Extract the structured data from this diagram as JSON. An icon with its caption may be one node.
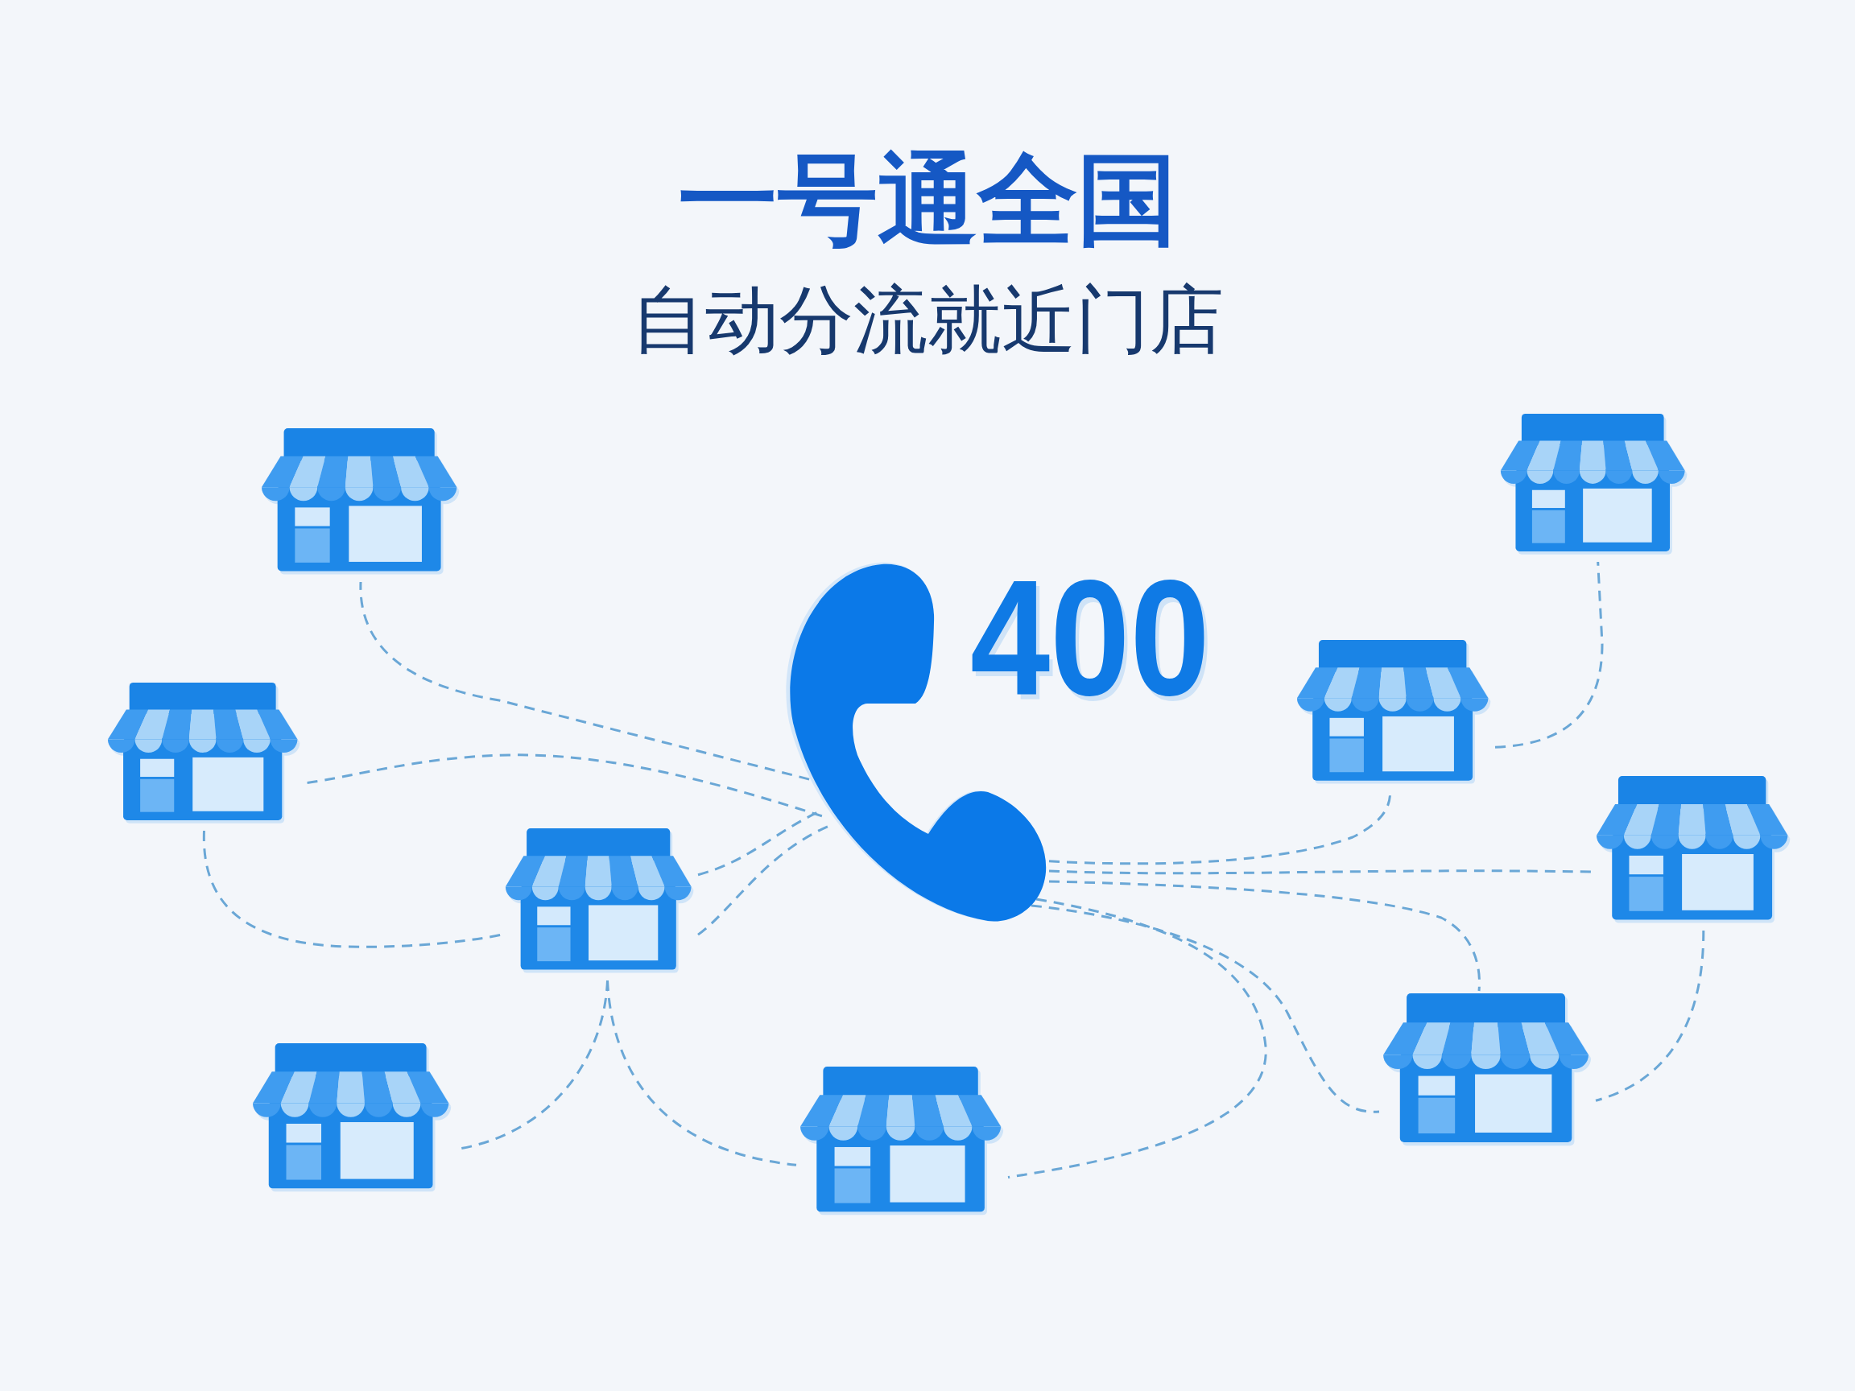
{
  "diagram": {
    "title": "一号通全国",
    "nodes": [
      {
        "text": [],
        "shape": "picture"
      },
      {
        "text": [],
        "shape": "picture"
      },
      {
        "text": [],
        "shape": "picture",
        "beside": [
          "400"
        ]
      },
      {
        "text": [],
        "shape": "picture"
      },
      {
        "text": [],
        "shape": "picture"
      },
      {
        "text": [],
        "shape": "picture"
      },
      {
        "text": [],
        "shape": "picture"
      },
      {
        "text": [],
        "shape": "picture"
      },
      {
        "text": [],
        "shape": "picture"
      },
      {
        "text": [],
        "shape": "picture"
      }
    ],
    "edges": [
      {
        "from": 2,
        "to": 0,
        "arrow": "none",
        "style": "dashed"
      },
      {
        "from": 2,
        "to": 4,
        "arrow": "none",
        "style": "dashed"
      },
      {
        "from": 4,
        "to": 6,
        "arrow": "none",
        "style": "dashed"
      },
      {
        "from": 6,
        "to": 2,
        "arrow": "none",
        "style": "dashed"
      },
      {
        "from": 6,
        "to": 2,
        "arrow": "none",
        "style": "dashed"
      },
      {
        "from": 6,
        "to": 8,
        "arrow": "none",
        "style": "dashed"
      },
      {
        "from": 6,
        "to": 9,
        "arrow": "none",
        "style": "dashed"
      },
      {
        "from": 2,
        "to": 9,
        "arrow": "none",
        "style": "dashed"
      },
      {
        "from": 2,
        "to": 3,
        "arrow": "none",
        "style": "dashed"
      },
      {
        "from": 2,
        "to": 5,
        "arrow": "none",
        "style": "dashed"
      },
      {
        "from": 2,
        "to": 7,
        "arrow": "none",
        "style": "dashed"
      },
      {
        "from": 2,
        "to": 7,
        "arrow": "none",
        "style": "dashed"
      },
      {
        "from": 3,
        "to": 1,
        "arrow": "none",
        "style": "dashed"
      },
      {
        "from": 5,
        "to": 7,
        "arrow": "none",
        "style": "dashed"
      }
    ],
    "labels": [
      "自动分流就近门店"
    ]
  }
}
